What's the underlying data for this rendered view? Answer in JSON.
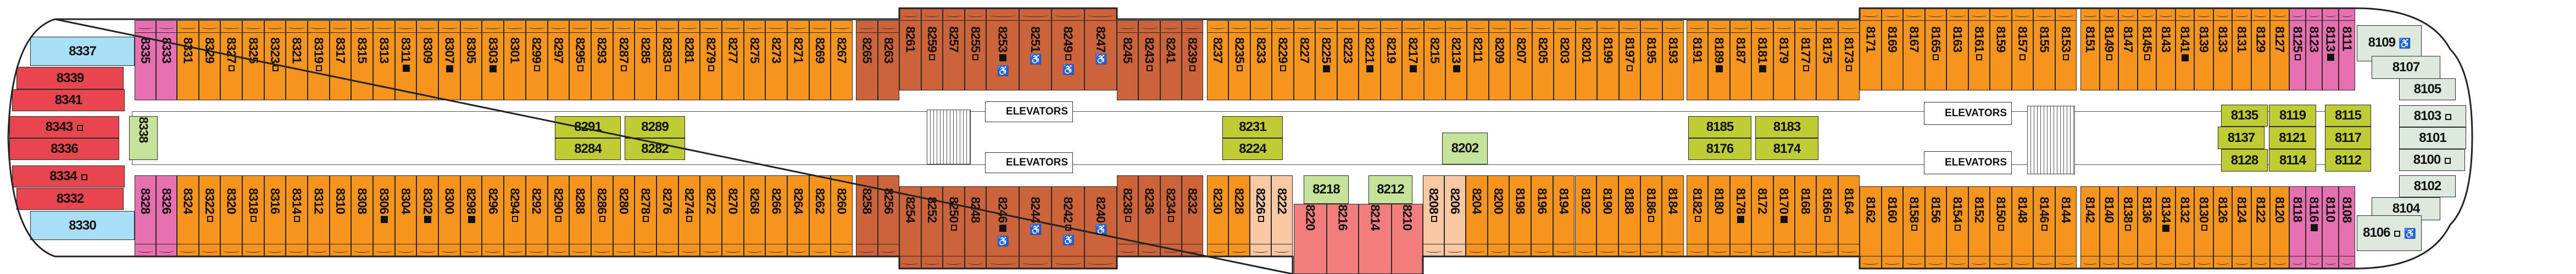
{
  "colors": {
    "orange": "#f7941d",
    "brown": "#cc633a",
    "pink": "#e670b0",
    "red": "#e8454f",
    "blue": "#a9dff6",
    "lime": "#bfcc33",
    "lightgreen": "#c6e39a",
    "peach": "#fbc8a4",
    "salmon": "#f27d7d",
    "bow": "#dde9dc"
  },
  "top_rows": [
    {
      "color": "pink",
      "cabins": [
        "8335",
        "8333"
      ]
    },
    {
      "color": "orange",
      "cabins": [
        "8331",
        "8329",
        "8327",
        "8325",
        "8323",
        "8321",
        "8319",
        "8317",
        "8315",
        "8313",
        "8311",
        "8309",
        "8307",
        "8305",
        "8303",
        "8301",
        "8299",
        "8297",
        "8295",
        "8293",
        "8287",
        "8285",
        "8283",
        "8281",
        "8279",
        "8277",
        "8275",
        "8273",
        "8271",
        "8269",
        "8267"
      ]
    },
    {
      "color": "brown",
      "cabins": [
        "8265",
        "8263"
      ]
    },
    {
      "color": "brown",
      "cabins": [
        "8261",
        "8259",
        "8257",
        "8255"
      ]
    },
    {
      "color": "brown",
      "cabins": [
        "8253",
        "8251",
        "8249",
        "8247"
      ]
    },
    {
      "color": "brown",
      "cabins": [
        "8245",
        "8243",
        "8241",
        "8239"
      ]
    },
    {
      "color": "orange",
      "cabins": [
        "8237",
        "8235",
        "8233",
        "8229",
        "8227",
        "8225",
        "8223",
        "8221",
        "8219",
        "8217",
        "8215",
        "8213",
        "8211",
        "8209",
        "8207",
        "8205",
        "8203",
        "8201",
        "8199",
        "8197",
        "8195",
        "8193"
      ]
    },
    {
      "color": "orange",
      "cabins": [
        "8191",
        "8189",
        "8187",
        "8181",
        "8179",
        "8177",
        "8175",
        "8173"
      ]
    },
    {
      "color": "orange",
      "cabins": [
        "8171",
        "8169",
        "8167",
        "8165",
        "8163",
        "8161",
        "8159",
        "8157",
        "8155",
        "8153"
      ]
    },
    {
      "color": "orange",
      "cabins": [
        "8151",
        "8149",
        "8147",
        "8145",
        "8143",
        "8141",
        "8139",
        "8133",
        "8131",
        "8129",
        "8127"
      ]
    },
    {
      "color": "pink",
      "cabins": [
        "8125",
        "8123",
        "8113",
        "8111"
      ]
    }
  ],
  "bottom_rows": [
    {
      "color": "pink",
      "cabins": [
        "8328",
        "8326"
      ]
    },
    {
      "color": "orange",
      "cabins": [
        "8324",
        "8322",
        "8320",
        "8318",
        "8316",
        "8314",
        "8312",
        "8310",
        "8308",
        "8306",
        "8304",
        "8302",
        "8300",
        "8298",
        "8296",
        "8294",
        "8292",
        "8290",
        "8288",
        "8286",
        "8280",
        "8278",
        "8276",
        "8274",
        "8272",
        "8270",
        "8268",
        "8266",
        "8264",
        "8262",
        "8260"
      ]
    },
    {
      "color": "brown",
      "cabins": [
        "8258",
        "8256"
      ]
    },
    {
      "color": "brown",
      "cabins": [
        "8254",
        "8252",
        "8250",
        "8248"
      ]
    },
    {
      "color": "brown",
      "cabins": [
        "8246",
        "8244",
        "8242",
        "8240"
      ]
    },
    {
      "color": "brown",
      "cabins": [
        "8238",
        "8236",
        "8234",
        "8232"
      ]
    },
    {
      "color": "orange",
      "cabins": [
        "8230",
        "8228"
      ]
    },
    {
      "color": "peach",
      "cabins": [
        "8226",
        "8222"
      ]
    },
    {
      "color": "peach",
      "cabins": [
        "8208",
        "8206"
      ]
    },
    {
      "color": "orange",
      "cabins": [
        "8204",
        "8200",
        "8198",
        "8196",
        "8194",
        "8192",
        "8190",
        "8188",
        "8186",
        "8184"
      ]
    },
    {
      "color": "orange",
      "cabins": [
        "8182",
        "8180",
        "8178",
        "8172",
        "8170",
        "8168",
        "8166",
        "8164"
      ]
    },
    {
      "color": "orange",
      "cabins": [
        "8162",
        "8160",
        "8158",
        "8156",
        "8154",
        "8152",
        "8150",
        "8148",
        "8146",
        "8144"
      ]
    },
    {
      "color": "orange",
      "cabins": [
        "8142",
        "8140",
        "8138",
        "8136",
        "8134",
        "8132",
        "8130",
        "8126",
        "8124",
        "8122",
        "8120"
      ]
    },
    {
      "color": "pink",
      "cabins": [
        "8118",
        "8116",
        "8110",
        "8108"
      ]
    }
  ],
  "block_cabins": [
    {
      "n": "8337",
      "color": "blue"
    },
    {
      "n": "8339",
      "color": "red"
    },
    {
      "n": "8341",
      "color": "red"
    },
    {
      "n": "8343",
      "color": "red"
    },
    {
      "n": "8336",
      "color": "red"
    },
    {
      "n": "8334",
      "color": "red"
    },
    {
      "n": "8332",
      "color": "red"
    },
    {
      "n": "8330",
      "color": "blue"
    },
    {
      "n": "8338",
      "color": "lightgreen"
    },
    {
      "n": "8291",
      "color": "lime"
    },
    {
      "n": "8289",
      "color": "lime"
    },
    {
      "n": "8284",
      "color": "lime"
    },
    {
      "n": "8282",
      "color": "lime"
    },
    {
      "n": "8231",
      "color": "lime"
    },
    {
      "n": "8224",
      "color": "lime"
    },
    {
      "n": "8202",
      "color": "lightgreen"
    },
    {
      "n": "8218",
      "color": "lightgreen"
    },
    {
      "n": "8212",
      "color": "lightgreen"
    },
    {
      "n": "8220",
      "color": "salmon"
    },
    {
      "n": "8216",
      "color": "salmon"
    },
    {
      "n": "8214",
      "color": "salmon"
    },
    {
      "n": "8210",
      "color": "salmon"
    },
    {
      "n": "8185",
      "color": "lime"
    },
    {
      "n": "8183",
      "color": "lime"
    },
    {
      "n": "8176",
      "color": "lime"
    },
    {
      "n": "8174",
      "color": "lime"
    },
    {
      "n": "8135",
      "color": "lime"
    },
    {
      "n": "8137",
      "color": "lime"
    },
    {
      "n": "8128",
      "color": "lime"
    },
    {
      "n": "8119",
      "color": "lime"
    },
    {
      "n": "8121",
      "color": "lime"
    },
    {
      "n": "8114",
      "color": "lime"
    },
    {
      "n": "8115",
      "color": "lime"
    },
    {
      "n": "8117",
      "color": "lime"
    },
    {
      "n": "8112",
      "color": "lime"
    },
    {
      "n": "8109",
      "color": "bow"
    },
    {
      "n": "8107",
      "color": "bow"
    },
    {
      "n": "8105",
      "color": "bow"
    },
    {
      "n": "8103",
      "color": "bow"
    },
    {
      "n": "8101",
      "color": "bow"
    },
    {
      "n": "8100",
      "color": "bow"
    },
    {
      "n": "8102",
      "color": "bow"
    },
    {
      "n": "8104",
      "color": "bow"
    },
    {
      "n": "8106",
      "color": "bow"
    }
  ],
  "marks": {
    "8327": "s",
    "8323": "s",
    "8319": "s",
    "8311": "f",
    "8307": "f",
    "8303": "f",
    "8299": "s",
    "8295": "s",
    "8287": "s",
    "8283": "s",
    "8279": "s",
    "8259": "s",
    "8255": "s",
    "8253": "fa",
    "8251": "a",
    "8249": "sa",
    "8247": "a",
    "8243": "s",
    "8239": "s",
    "8235": "s",
    "8229": "s",
    "8225": "f",
    "8221": "f",
    "8217": "f",
    "8213": "f",
    "8197": "s",
    "8189": "f",
    "8181": "f",
    "8177": "s",
    "8173": "s",
    "8165": "s",
    "8161": "s",
    "8157": "s",
    "8153": "s",
    "8149": "s",
    "8145": "s",
    "8141": "f",
    "8125": "s",
    "8113": "f",
    "8322": "s",
    "8318": "s",
    "8314": "s",
    "8306": "f",
    "8302": "f",
    "8298": "f",
    "8294": "s",
    "8290": "s",
    "8286": "s",
    "8278": "s",
    "8274": "s",
    "8250": "s",
    "8246": "fa",
    "8244": "a",
    "8242": "sa",
    "8240": "a",
    "8238": "s",
    "8234": "s",
    "8226": "s",
    "8208": "s",
    "8186": "s",
    "8182": "s",
    "8178": "f",
    "8170": "f",
    "8166": "s",
    "8158": "s",
    "8154": "s",
    "8150": "s",
    "8146": "s",
    "8138": "s",
    "8134": "f",
    "8130": "s",
    "8116": "f",
    "8343": "s",
    "8334": "s",
    "8109": "a",
    "8103": "s",
    "8100": "s",
    "8106": "sa"
  },
  "elevators": [
    "ELEVATORS",
    "ELEVATORS",
    "ELEVATORS",
    "ELEVATORS"
  ]
}
